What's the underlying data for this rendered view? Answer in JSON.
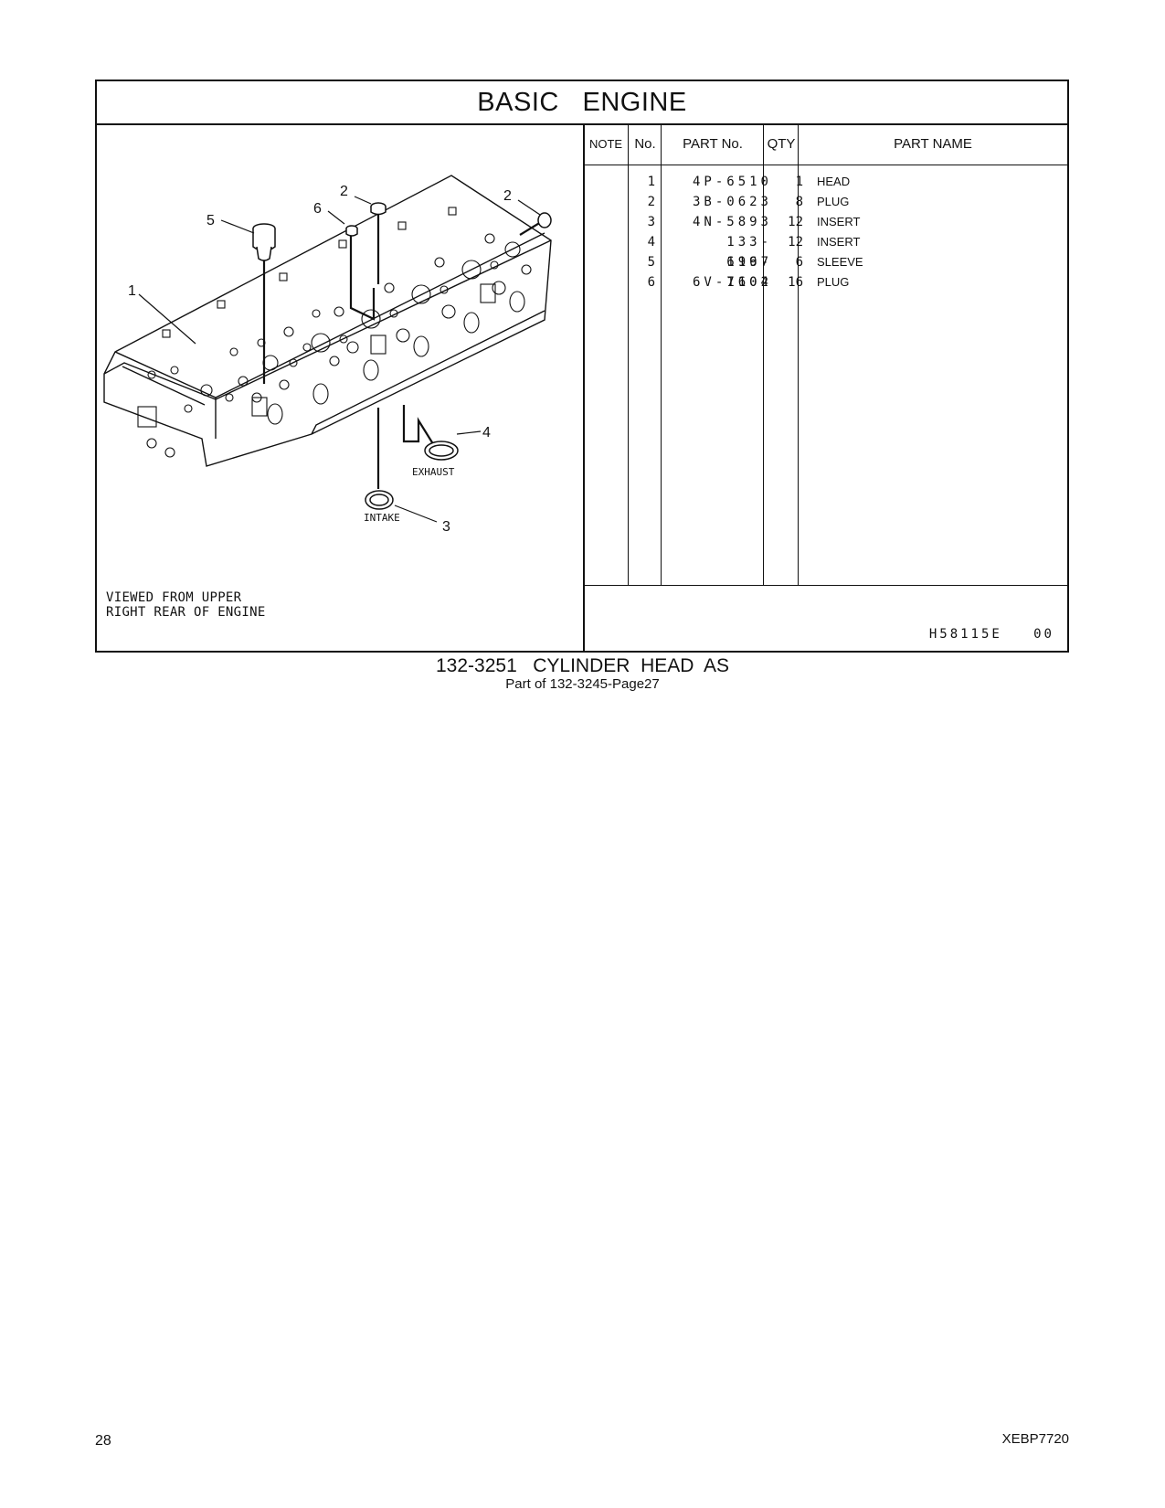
{
  "section_title": "BASIC   ENGINE",
  "illustration": {
    "view_note_line1": "VIEWED FROM UPPER",
    "view_note_line2": "RIGHT REAR OF ENGINE",
    "callouts": [
      "1",
      "2",
      "2",
      "3",
      "4",
      "5",
      "6"
    ],
    "label_exhaust": "EXHAUST",
    "label_intake": "INTAKE",
    "code": "H58115E   00"
  },
  "table": {
    "headers": {
      "note": "NOTE",
      "no": "No.",
      "part_no": "PART No.",
      "qty": "QTY",
      "part_name": "PART NAME"
    },
    "rows": [
      {
        "no": "1",
        "part_no": "4P-6510",
        "qty": "1",
        "name": "HEAD"
      },
      {
        "no": "2",
        "part_no": "3B-0623",
        "qty": "8",
        "name": "PLUG"
      },
      {
        "no": "3",
        "part_no": "4N-5893",
        "qty": "12",
        "name": "INSERT"
      },
      {
        "no": "4",
        "part_no": "133-6997",
        "qty": "12",
        "name": "INSERT"
      },
      {
        "no": "5",
        "part_no": "116-1102",
        "qty": "6",
        "name": "SLEEVE"
      },
      {
        "no": "6",
        "part_no": "6V-7604",
        "qty": "16",
        "name": "PLUG"
      }
    ]
  },
  "caption": "132-3251   CYLINDER  HEAD  AS",
  "subcaption": "Part of 132-3245-Page27",
  "footer": {
    "page_number": "28",
    "document_id": "XEBP7720"
  }
}
